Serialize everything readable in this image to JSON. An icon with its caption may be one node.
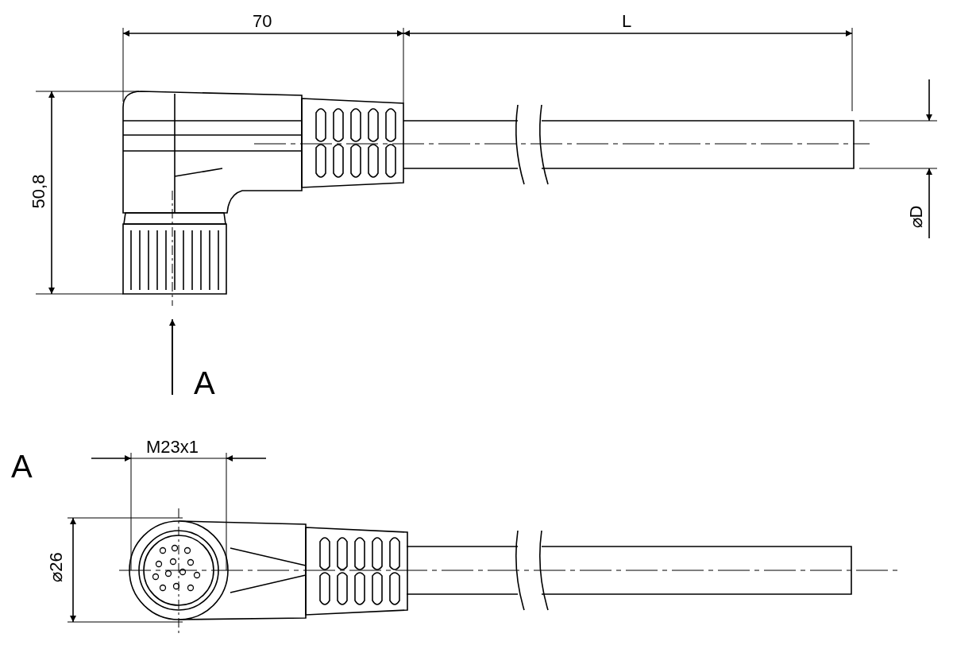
{
  "diagram": {
    "labels": [
      "70",
      "L",
      "50,8",
      "⌀D",
      "A",
      "A",
      "M23x1",
      "⌀26"
    ]
  }
}
